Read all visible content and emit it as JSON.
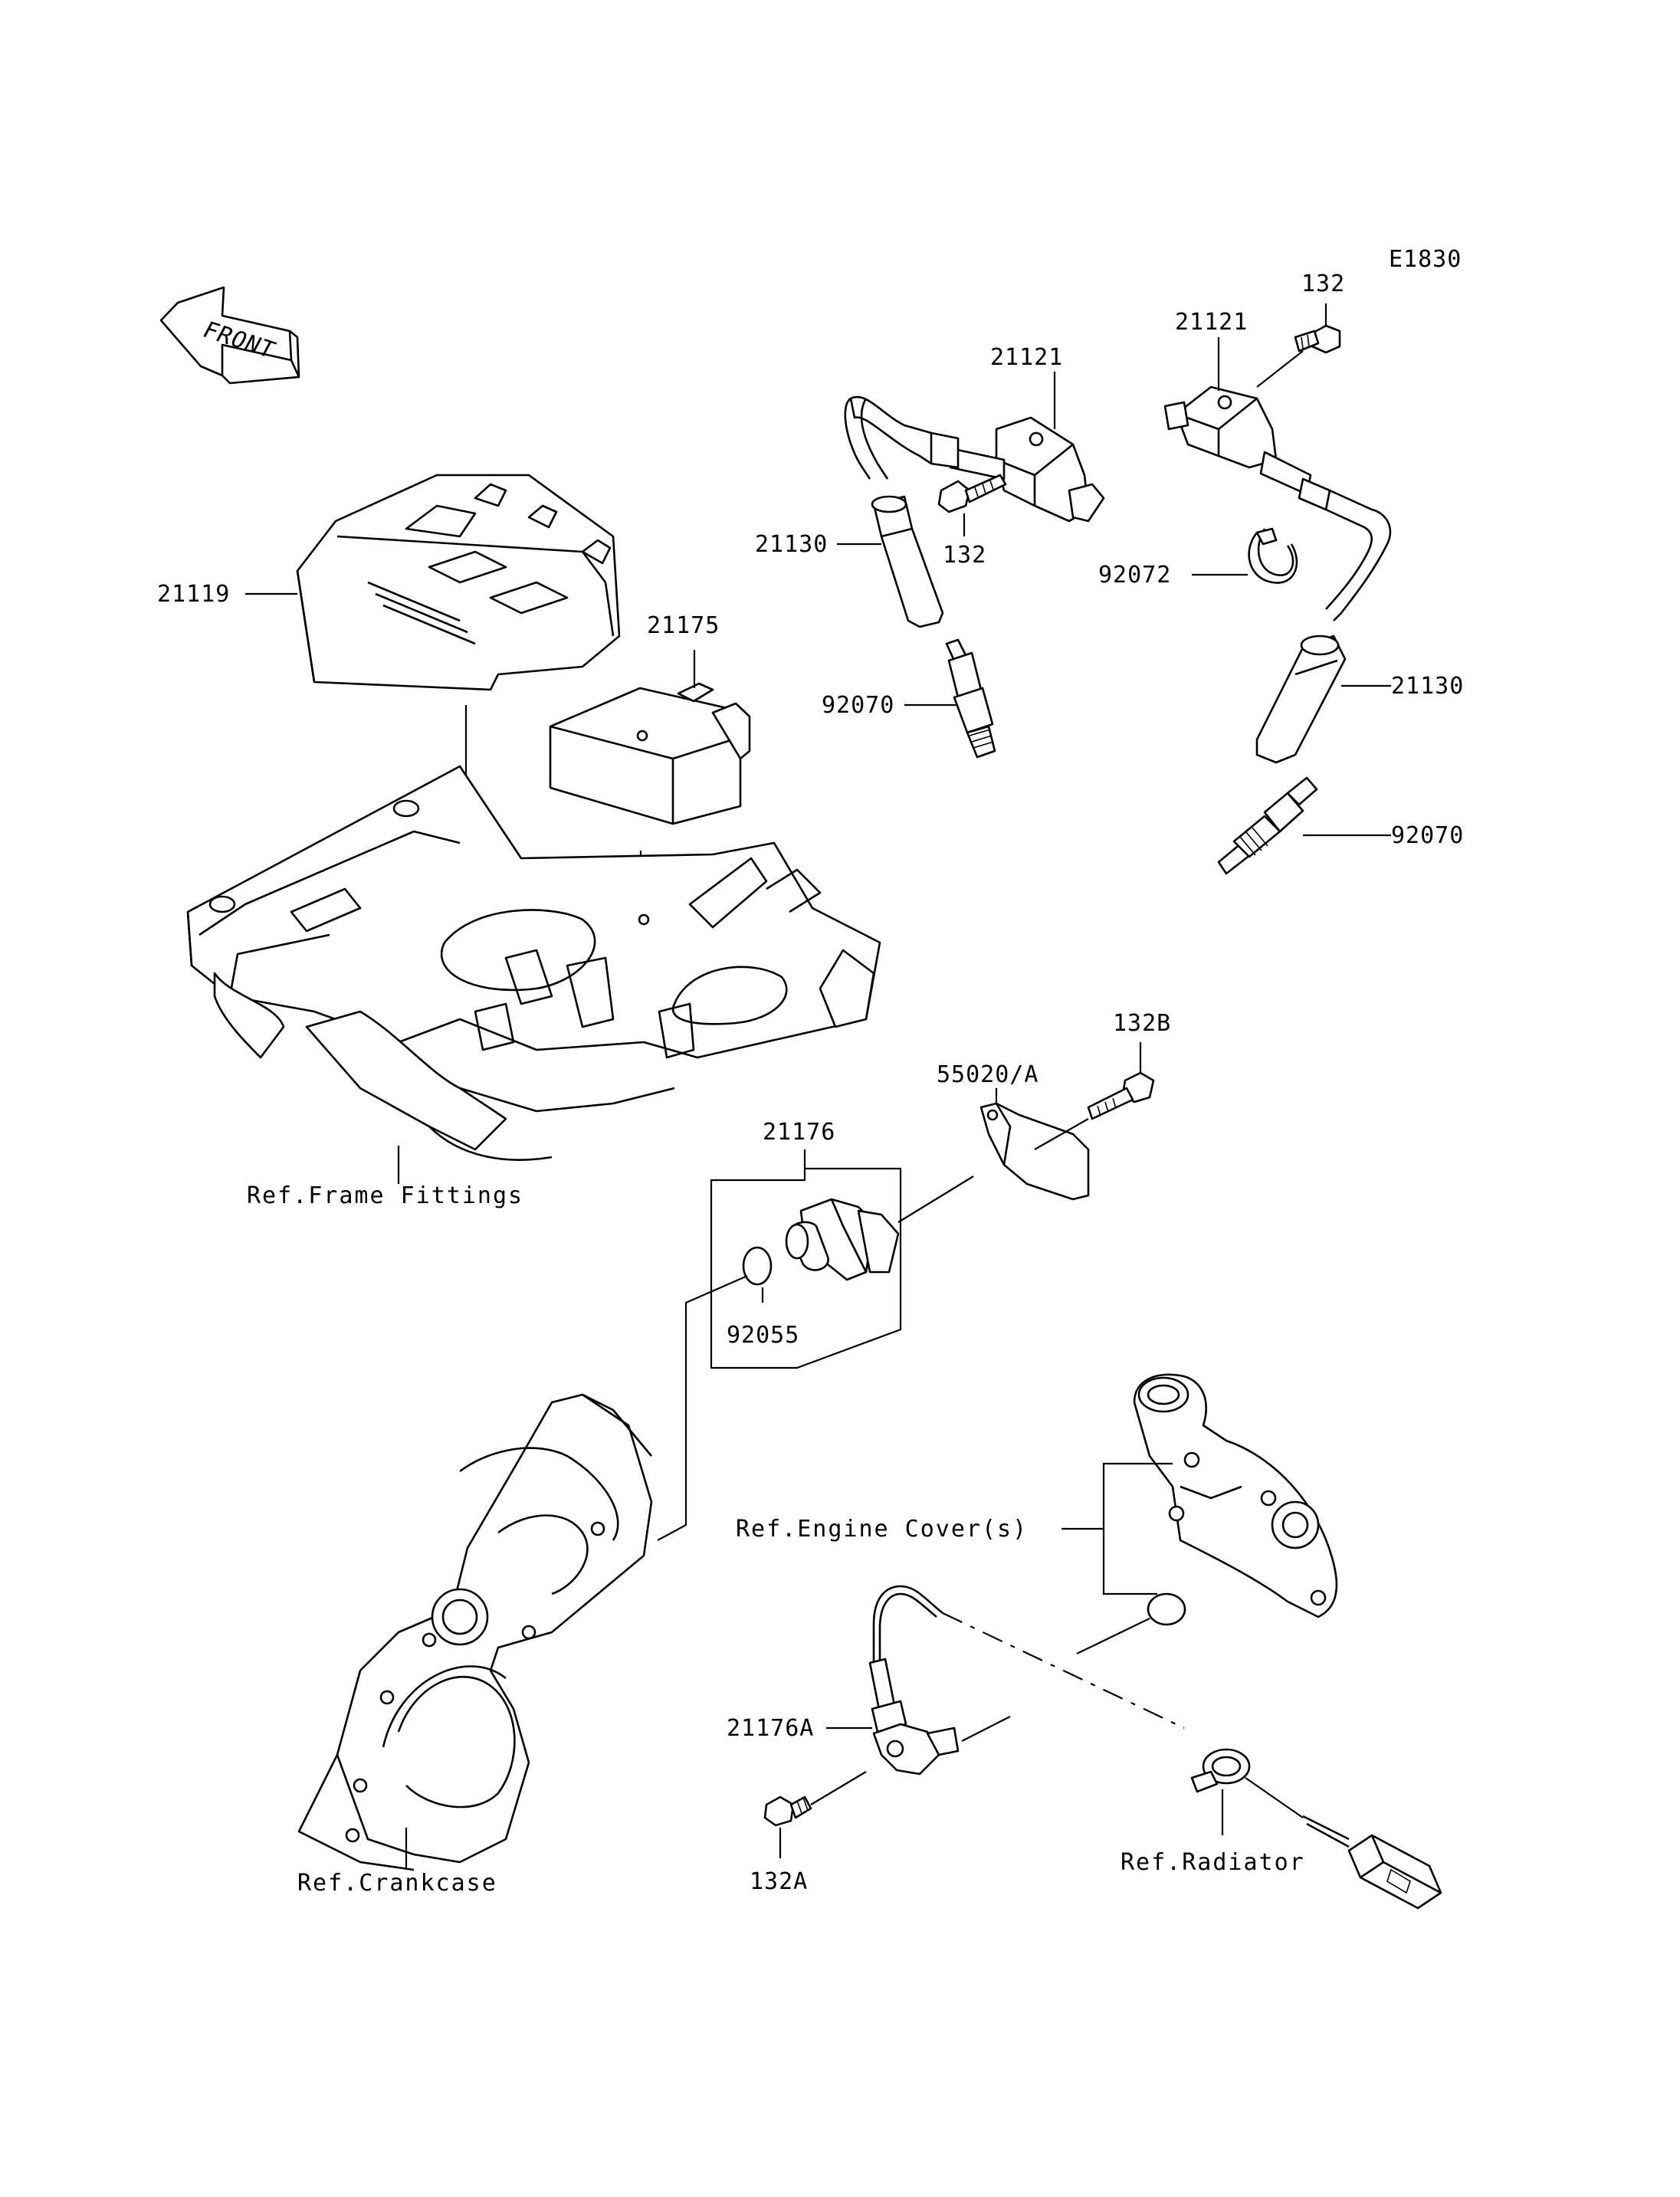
{
  "diagram_code": "E1830",
  "front_arrow": {
    "text": "FRONT",
    "icon": "front-direction-arrow-icon"
  },
  "callouts": {
    "ecu": "21119",
    "ignition_coil_a_top": "21121",
    "ignition_coil_b_top": "21121",
    "bolt_coil_a": "132",
    "bolt_coil_b": "132",
    "plug_cap_a": "21130",
    "plug_cap_b": "21130",
    "spark_plug_a": "92070",
    "spark_plug_b": "92070",
    "clamp": "92072",
    "relay_box": "21175",
    "cam_sensor_assy": "21176",
    "o_ring": "92055",
    "sensor_bracket": "55020/A",
    "bracket_bolt": "132B",
    "crank_sensor": "21176A",
    "crank_sensor_bolt": "132A"
  },
  "references": {
    "frame_fittings": "Ref.Frame Fittings",
    "engine_cover": "Ref.Engine Cover(s)",
    "crankcase": "Ref.Crankcase",
    "radiator": "Ref.Radiator"
  }
}
